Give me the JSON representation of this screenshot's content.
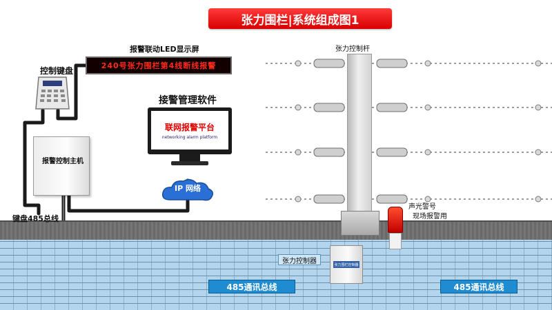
{
  "title": "张力围栏|系统组成图1",
  "labels": {
    "led_display": "报警联动LED显示屏",
    "keyboard": "控制键盘",
    "host": "报警控制主机",
    "software": "接警管理软件",
    "pole": "张力控制杆",
    "siren_1": "声光警号",
    "siren_2": "现场报警用",
    "controller": "张力控制器",
    "keyboard_bus": "键盘485总线",
    "ip_network": "IP 网络"
  },
  "led_text": "240号张力围栏第4线断线报警",
  "monitor": {
    "title": "联网报警平台",
    "subtitle": "networking alarm platform"
  },
  "controller_plate": "张力围栏控制器",
  "bus_labels": [
    "485通讯总线",
    "485通讯总线"
  ],
  "colors": {
    "banner": "#d80000",
    "led_text": "#ff2a1a",
    "bus_label_bg": "#1f8bd0",
    "brick_wall": "#b3d6ee",
    "cloud": "#2a6fd6"
  }
}
